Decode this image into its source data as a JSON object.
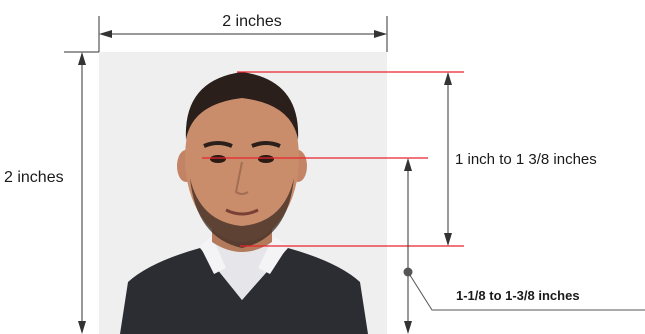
{
  "labels": {
    "width": "2 inches",
    "height": "2 inches",
    "head_height": "1 inch to 1 3/8 inches",
    "eye_height": "1-1/8 to 1-3/8 inches"
  },
  "colors": {
    "photo_background": "#efefef",
    "guide_line": "#e8242c",
    "dimension_line": "#333333",
    "jacket": "#2b2d33",
    "skin": "#c98d6c",
    "hair": "#2a1f1a"
  },
  "icons": {
    "arrowheads": "triangle-arrow-icon",
    "callout_dot": "dot-marker-icon"
  }
}
